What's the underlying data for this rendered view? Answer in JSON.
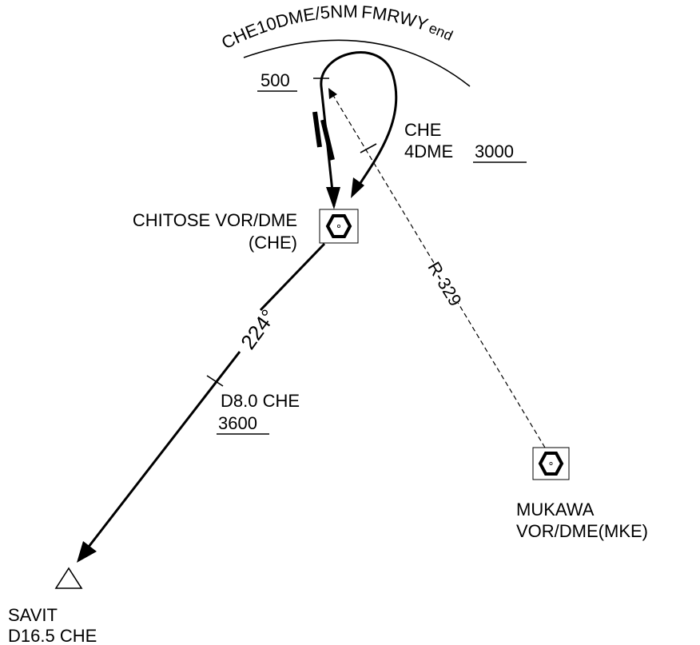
{
  "arc_label": {
    "part1": "CHE10DME",
    "slash": "/",
    "part2": "5NM",
    "part3": "FM",
    "part4": "RWY",
    "part5": "end"
  },
  "holding": {
    "altitude": "500"
  },
  "fix_che4": {
    "line1": "CHE",
    "line2": "4DME",
    "altitude": "3000"
  },
  "chitose": {
    "name": "CHITOSE VOR/DME",
    "ident": "(CHE)"
  },
  "inbound_course": {
    "label": "224°"
  },
  "fix_d8": {
    "label": "D8.0 CHE",
    "altitude": "3600"
  },
  "radial": {
    "label": "R-329"
  },
  "mukawa": {
    "name": "MUKAWA",
    "ident": "VOR/DME(MKE)"
  },
  "savit": {
    "name": "SAVIT",
    "dme": "D16.5 CHE"
  },
  "colors": {
    "ink": "#000000",
    "background": "#ffffff"
  }
}
